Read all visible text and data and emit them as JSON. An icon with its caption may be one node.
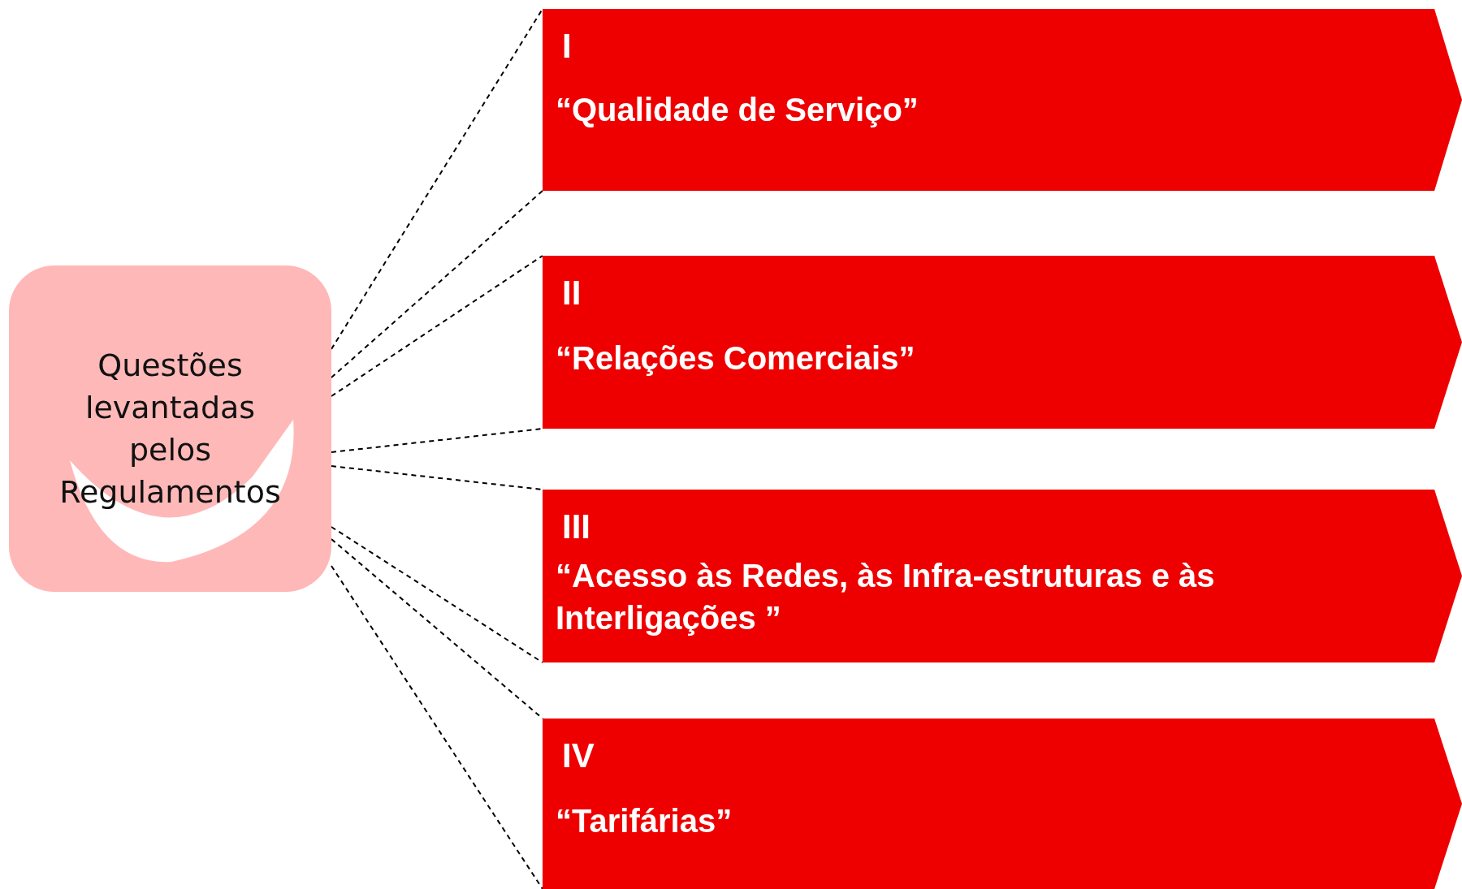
{
  "diagram": {
    "nodes": [
      {
        "text": [
          "Questões levantadas pelos Regulamentos"
        ]
      },
      {
        "text": [
          "I",
          "“Qualidade de Serviço”"
        ]
      },
      {
        "text": [
          "II",
          "“Relações Comerciais”"
        ]
      },
      {
        "text": [
          "III",
          "“Acesso às Redes, às Infra-estruturas e às Interligações ”"
        ]
      },
      {
        "text": [
          "IV",
          "“Tarifárias”"
        ]
      }
    ],
    "edges": [
      {
        "from": 0,
        "to": 1,
        "arrow": "none",
        "style": "dashed"
      },
      {
        "from": 0,
        "to": 1,
        "arrow": "none",
        "style": "dashed"
      },
      {
        "from": 0,
        "to": 2,
        "arrow": "none",
        "style": "dashed"
      },
      {
        "from": 0,
        "to": 2,
        "arrow": "none",
        "style": "dashed"
      },
      {
        "from": 0,
        "to": 3,
        "arrow": "none",
        "style": "dashed"
      },
      {
        "from": 0,
        "to": 3,
        "arrow": "none",
        "style": "dashed"
      },
      {
        "from": 0,
        "to": 4,
        "arrow": "none",
        "style": "dashed"
      },
      {
        "from": 0,
        "to": 4,
        "arrow": "none",
        "style": "dashed"
      }
    ]
  }
}
